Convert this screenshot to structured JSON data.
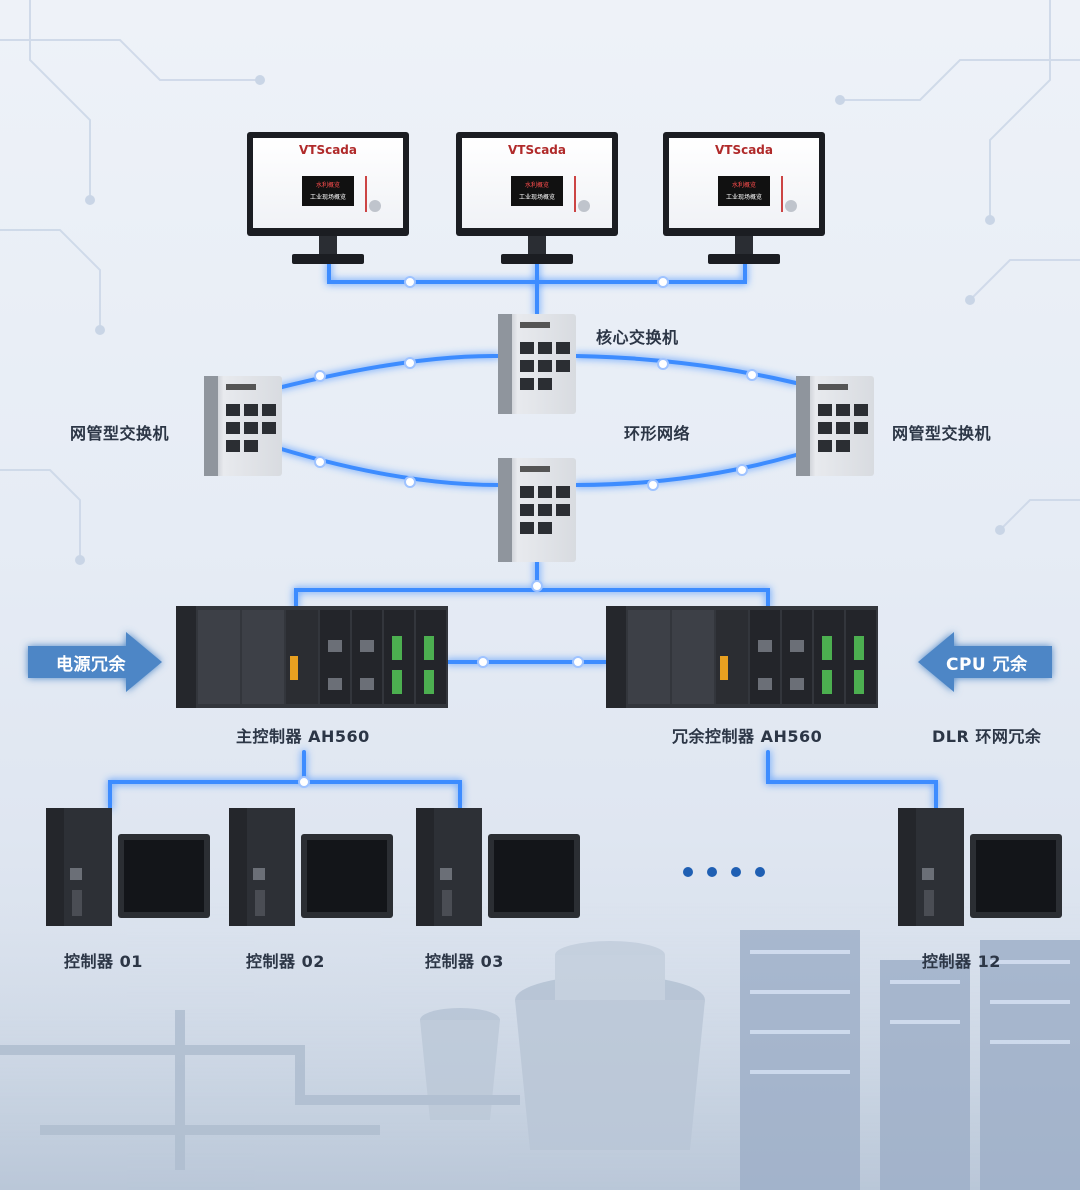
{
  "monitors": [
    {
      "brand": "VTScada",
      "line1": "水利概览",
      "line2": "工业现场概览"
    },
    {
      "brand": "VTScada",
      "line1": "水利概览",
      "line2": "工业现场概览"
    },
    {
      "brand": "VTScada",
      "line1": "水利概览",
      "line2": "工业现场概览"
    }
  ],
  "labels": {
    "core_switch": "核心交换机",
    "ring_network": "环形网络",
    "managed_switch_left": "网管型交换机",
    "managed_switch_right": "网管型交换机",
    "power_redundancy": "电源冗余",
    "cpu_redundancy": "CPU 冗余",
    "main_controller": "主控制器 AH560",
    "redundant_controller": "冗余控制器 AH560",
    "dlr_redundancy": "DLR 环网冗余",
    "ctrl_01": "控制器 01",
    "ctrl_02": "控制器 02",
    "ctrl_03": "控制器 03",
    "ctrl_12": "控制器 12"
  },
  "colors": {
    "link_glow": "#3d8cff",
    "node": "#ffffff",
    "arrow_fill": "#4d86c6",
    "device_dark": "#2d3036",
    "dots": "#1f5fb3"
  }
}
